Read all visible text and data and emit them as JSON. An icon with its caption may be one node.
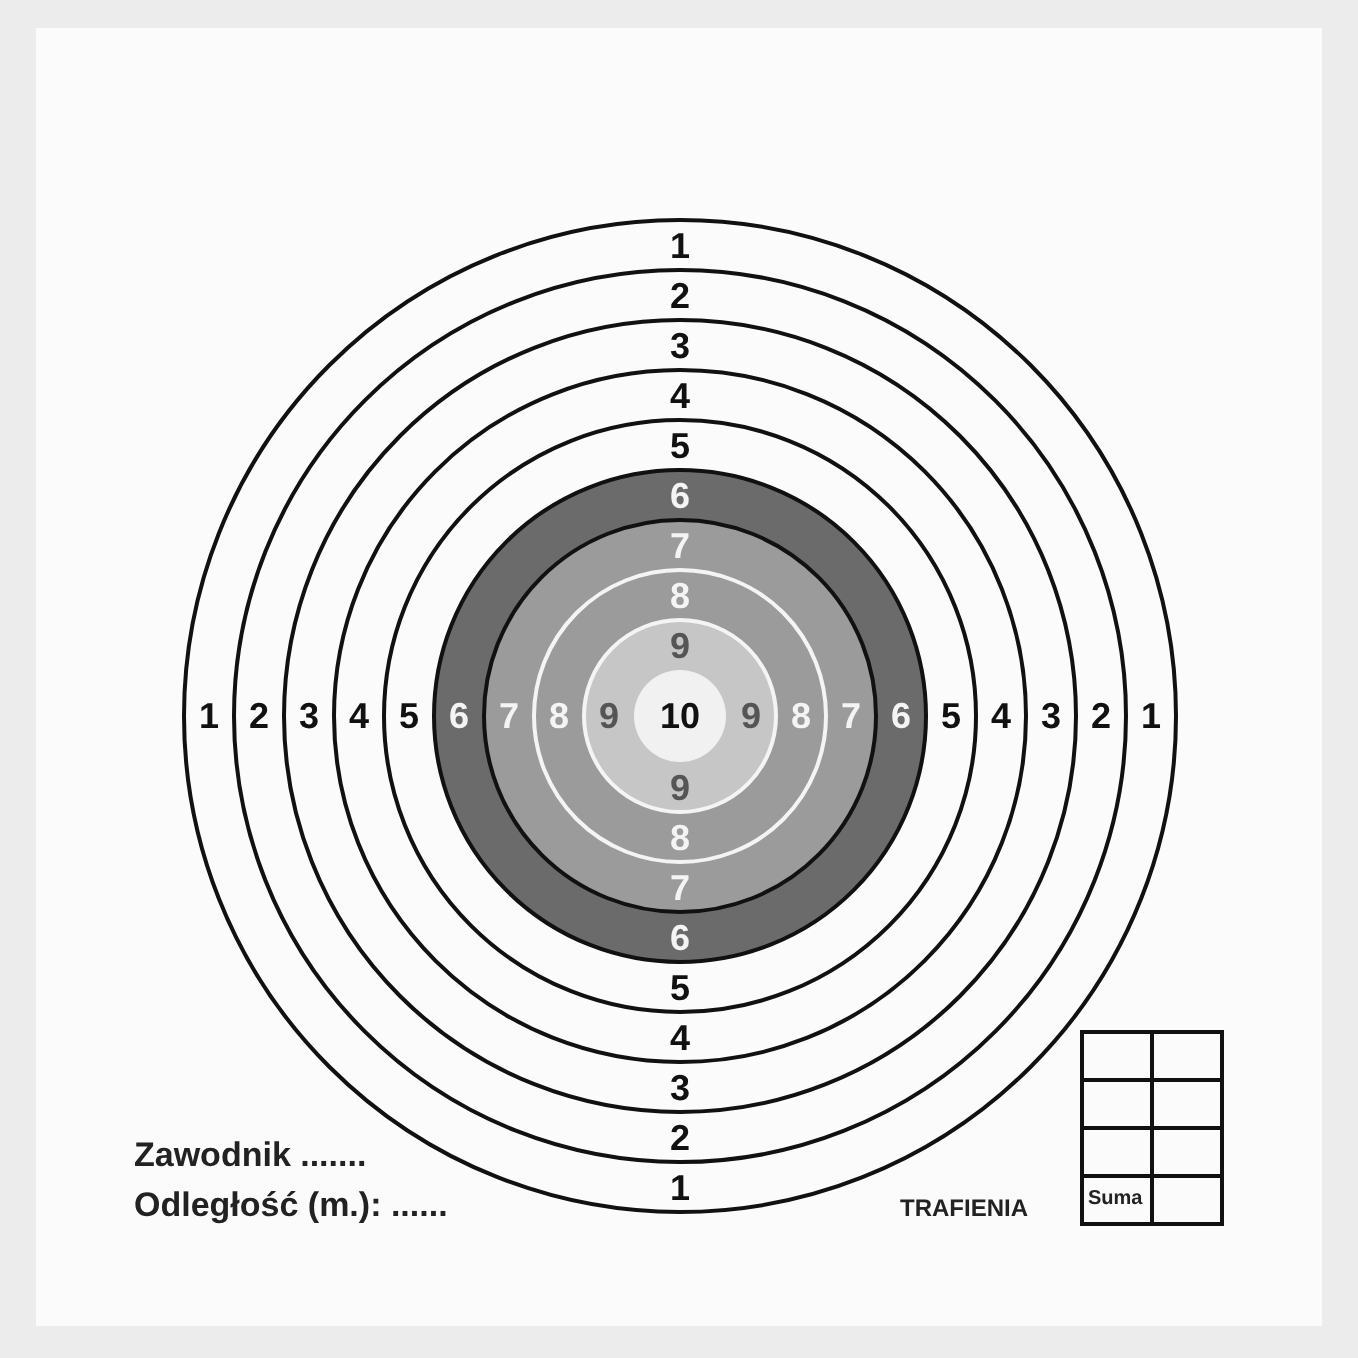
{
  "diagram": {
    "labels": [
      "1",
      "2",
      "3",
      "4",
      "5",
      "6",
      "7",
      "8",
      "9",
      "1",
      "2",
      "3",
      "4",
      "5",
      "6",
      "7",
      "8",
      "9",
      "10",
      "9",
      "8",
      "7",
      "6",
      "5",
      "4",
      "3",
      "2",
      "1",
      "9",
      "8",
      "7",
      "6",
      "5",
      "4",
      "3",
      "2",
      "1",
      "Zawodnik .......",
      "Odległość (m.): ......",
      "TRAFIENIA",
      "Suma"
    ]
  }
}
